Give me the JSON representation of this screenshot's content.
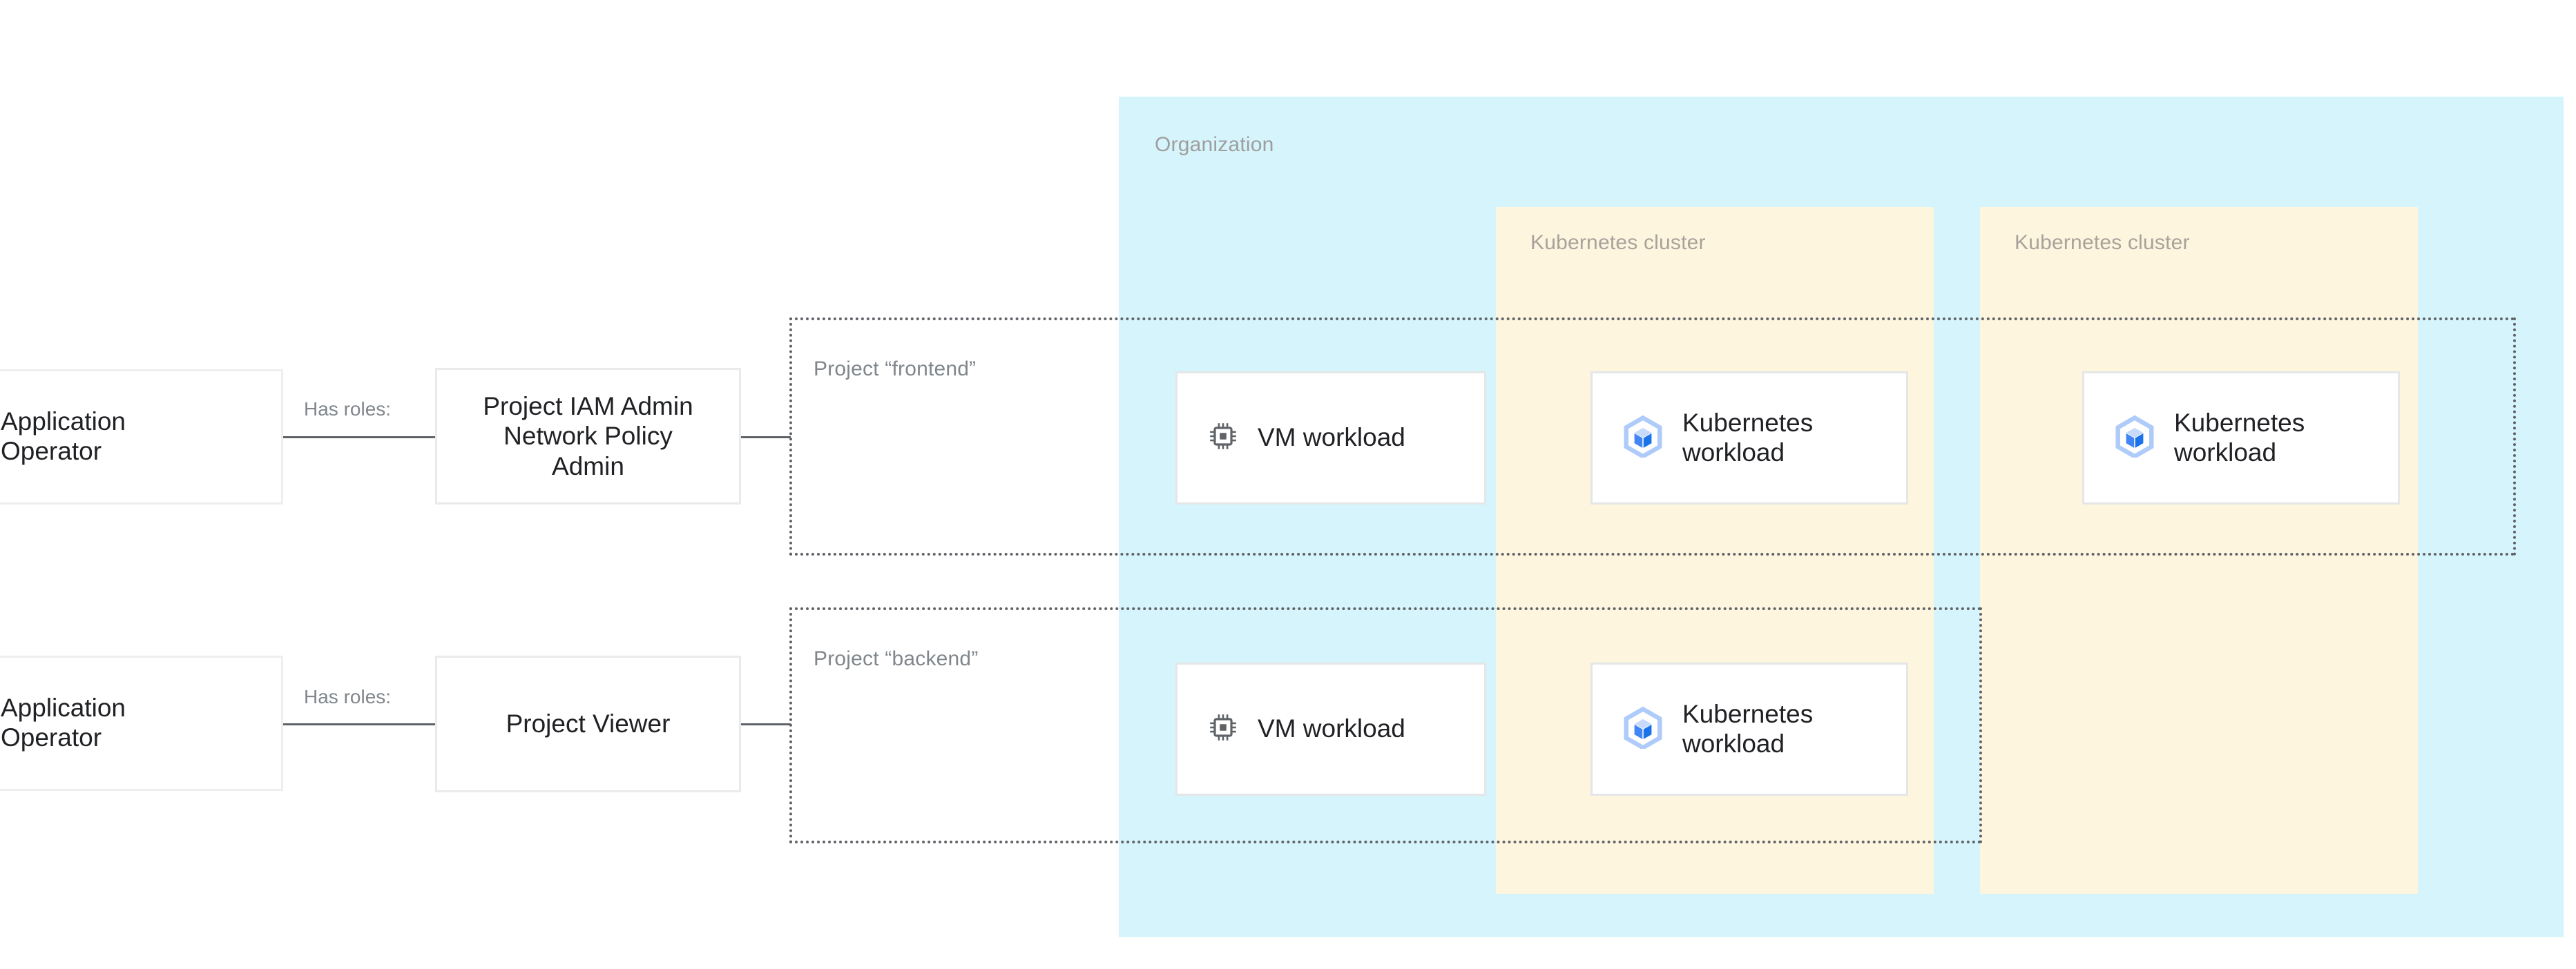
{
  "diagram": {
    "title": "GCP organization IAM and workload layout",
    "colors": {
      "organization_fill": "#d6f4fb",
      "cluster_fill": "#fdf5dd",
      "card_fill": "#ffffff",
      "card_border": "#e4e6e8",
      "connector": "#5f6368",
      "label_gray": "#80868b",
      "text_dark": "#202124",
      "k8s_icon_blue": "#4285f4",
      "k8s_icon_light": "#aecbfa",
      "person_icon_gray": "#5f6368"
    },
    "organization": {
      "label": "Organization"
    },
    "clusters": [
      {
        "label": "Kubernetes cluster"
      },
      {
        "label": "Kubernetes cluster"
      }
    ],
    "projects": [
      {
        "label": "Project “frontend”"
      },
      {
        "label": "Project “backend”"
      }
    ],
    "actors": [
      {
        "label": "Application Operator",
        "icon": "person-icon"
      },
      {
        "label": "Application Operator",
        "icon": "person-icon"
      }
    ],
    "relations": [
      {
        "label": "Has roles:"
      },
      {
        "label": "Has roles:"
      }
    ],
    "roles": [
      {
        "label": "Project IAM Admin Network Policy Admin"
      },
      {
        "label": "Project Viewer"
      }
    ],
    "workloads": {
      "frontend": [
        {
          "label": "VM workload",
          "icon": "cpu-chip-icon"
        },
        {
          "label": "Kubernetes workload",
          "icon": "kubernetes-cube-icon"
        },
        {
          "label": "Kubernetes workload",
          "icon": "kubernetes-cube-icon"
        }
      ],
      "backend": [
        {
          "label": "VM workload",
          "icon": "cpu-chip-icon"
        },
        {
          "label": "Kubernetes workload",
          "icon": "kubernetes-cube-icon"
        }
      ]
    }
  }
}
